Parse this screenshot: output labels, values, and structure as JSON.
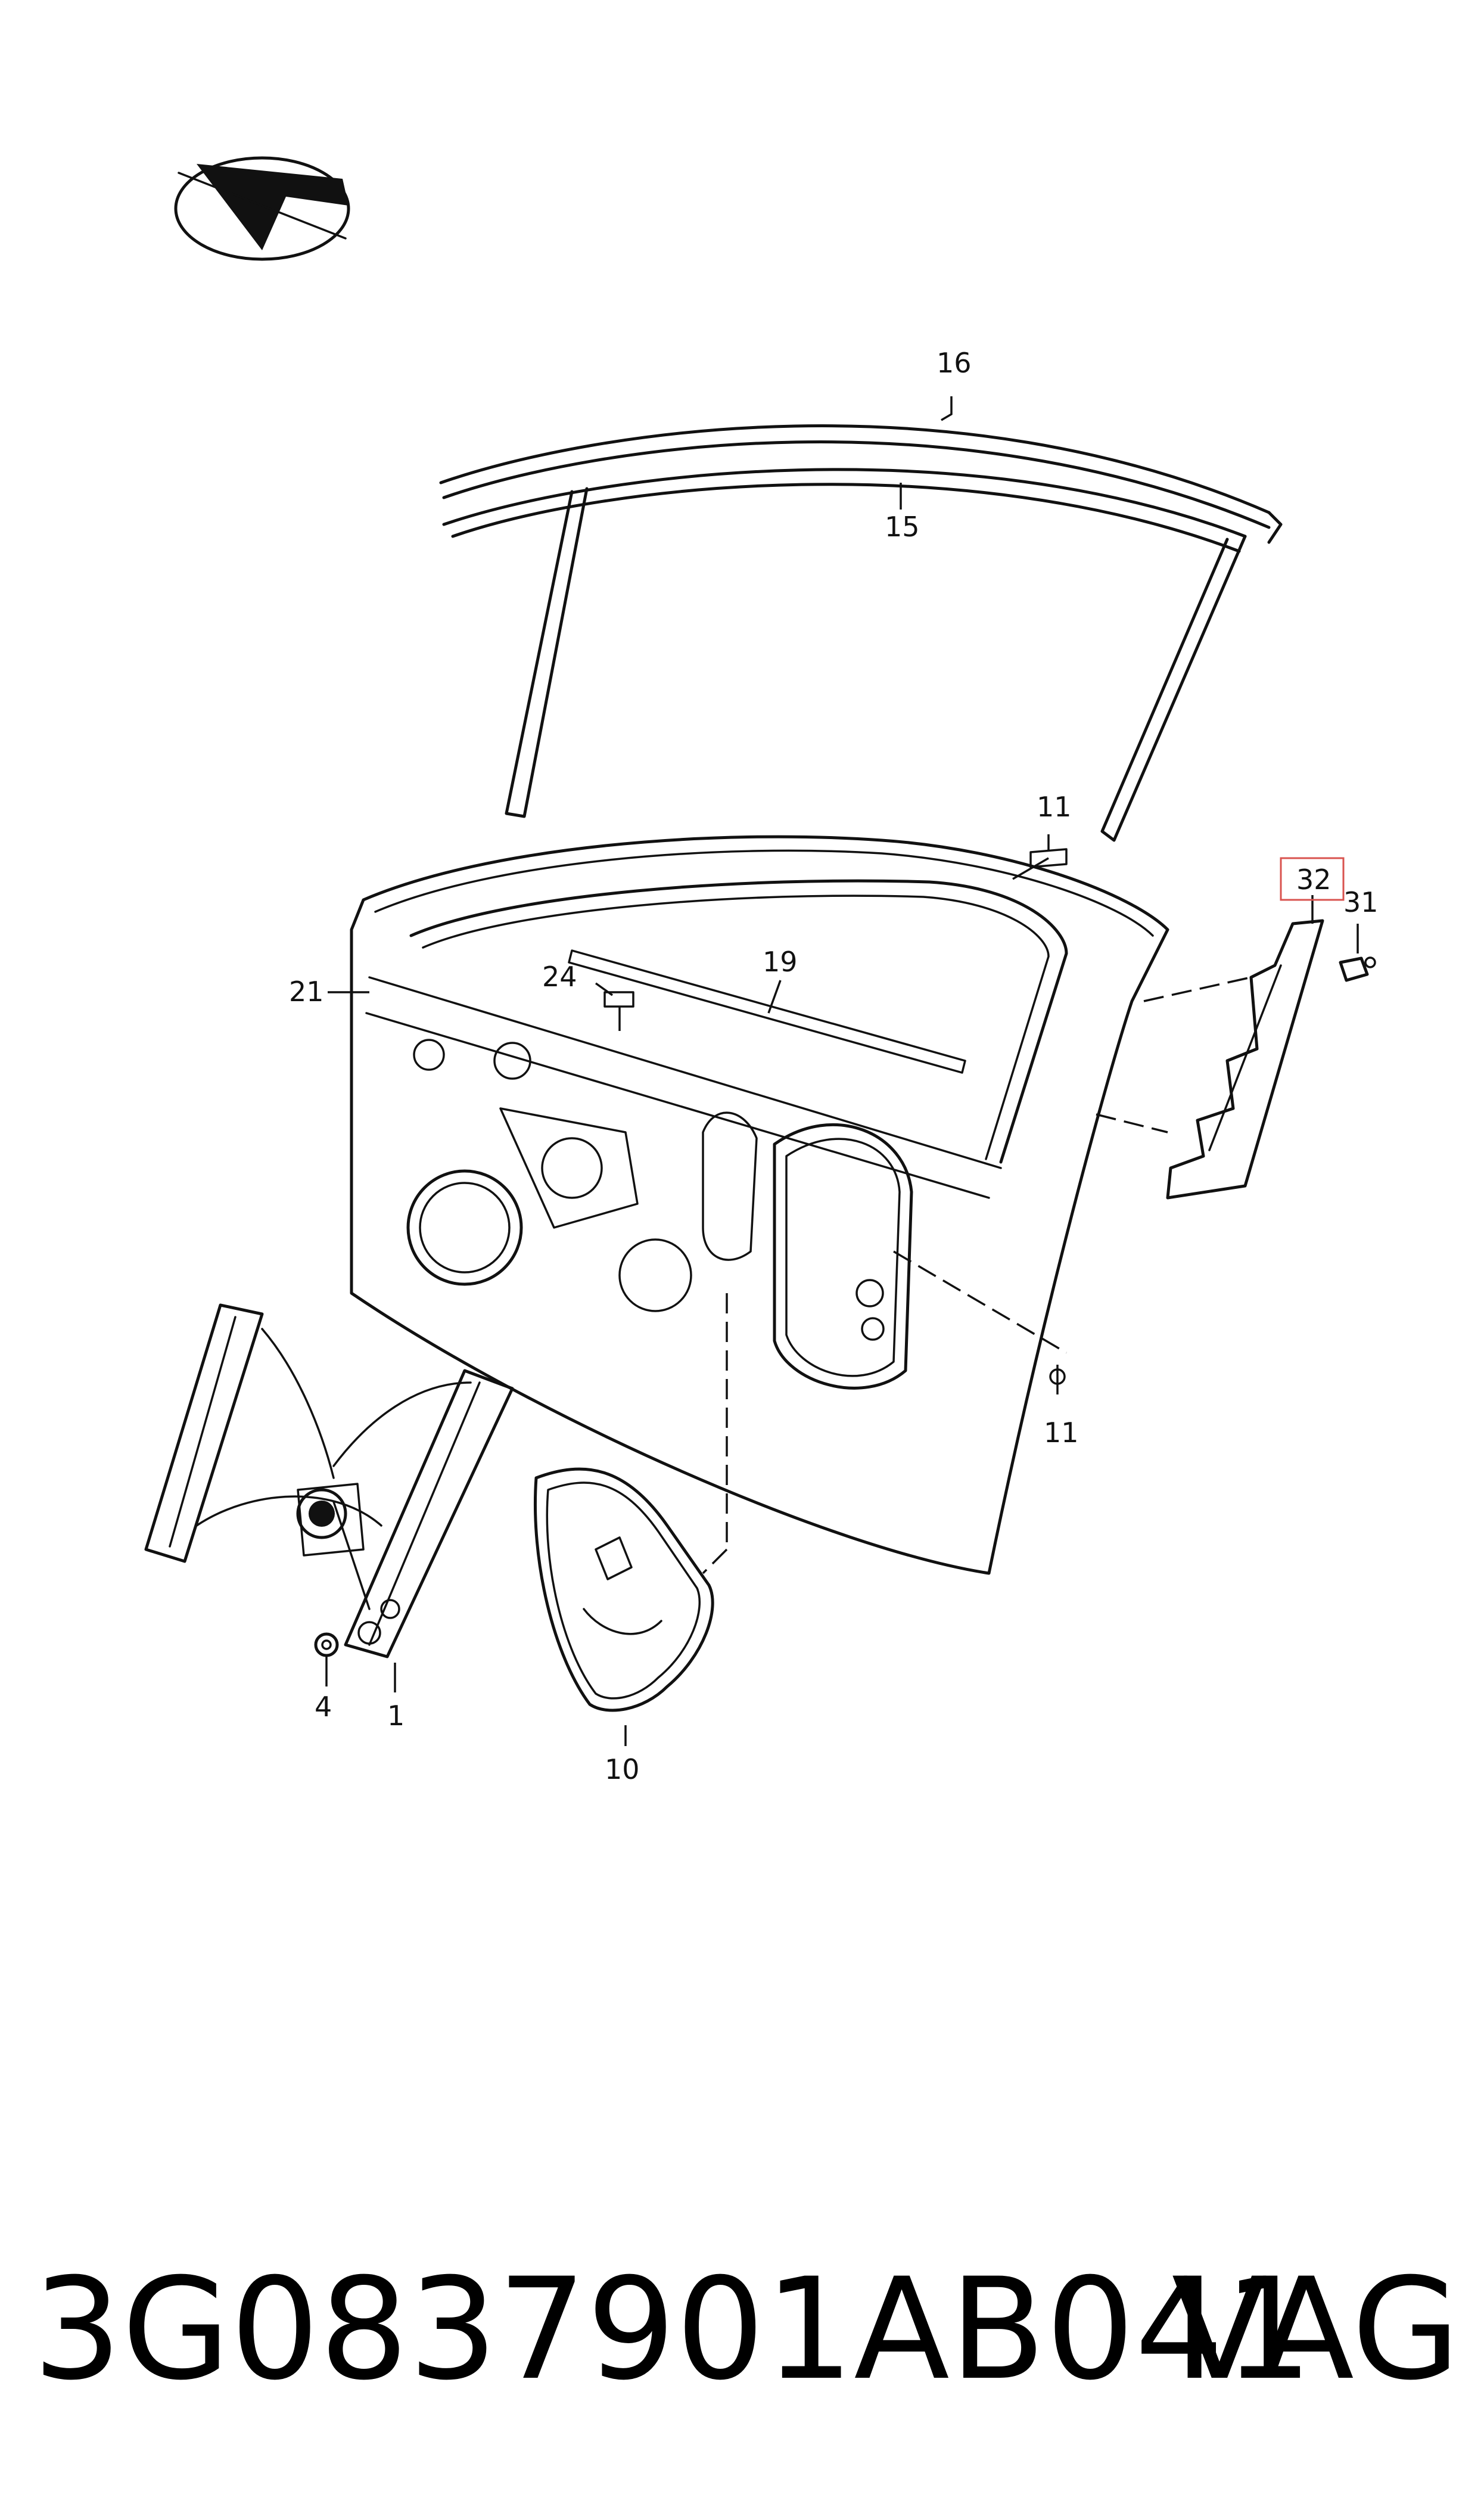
{
  "diagram": {
    "callouts": [
      {
        "id": "c16",
        "text": "16"
      },
      {
        "id": "c15",
        "text": "15"
      },
      {
        "id": "c11a",
        "text": "11"
      },
      {
        "id": "c32",
        "text": "32",
        "highlighted": true
      },
      {
        "id": "c31",
        "text": "31"
      },
      {
        "id": "c19",
        "text": "19"
      },
      {
        "id": "c24",
        "text": "24"
      },
      {
        "id": "c21",
        "text": "21"
      },
      {
        "id": "c11b",
        "text": "11"
      },
      {
        "id": "c4",
        "text": "4"
      },
      {
        "id": "c1",
        "text": "1"
      },
      {
        "id": "c10",
        "text": "10"
      }
    ],
    "highlight_color": "#d9534f"
  },
  "footer": {
    "part_number": "3G0837901AB041",
    "brand": "VAG"
  }
}
